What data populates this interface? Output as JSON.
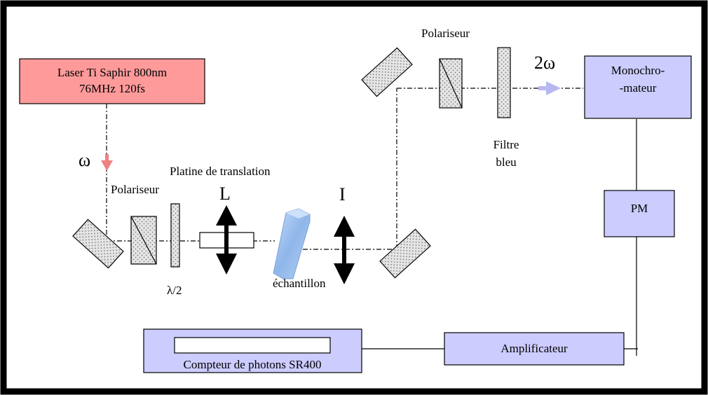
{
  "labels": {
    "laser_line1": "Laser Ti Saphir 800nm",
    "laser_line2": "76MHz 120fs",
    "omega": "ω",
    "two_omega": "2ω",
    "polariseur_left": "Polariseur",
    "polariseur_top": "Polariseur",
    "platine": "Platine de translation",
    "lens_L": "L",
    "lens_I": "I",
    "half_wave": "λ/2",
    "sample": "échantillon",
    "filter_line1": "Filtre",
    "filter_line2": "bleu",
    "mono_line1": "Monochro-",
    "mono_line2": "-mateur",
    "pm": "PM",
    "amplifier": "Amplificateur",
    "counter": "Compteur de photons SR400"
  },
  "colors": {
    "laser_fill": "#ff9a9a",
    "instrument_fill": "#ccccff",
    "omega_arrow": "#f08080",
    "two_omega_arrow": "#b8b8f0",
    "sample_fill": "#a9c8f0",
    "optic_fill": "#d9d9d9"
  }
}
